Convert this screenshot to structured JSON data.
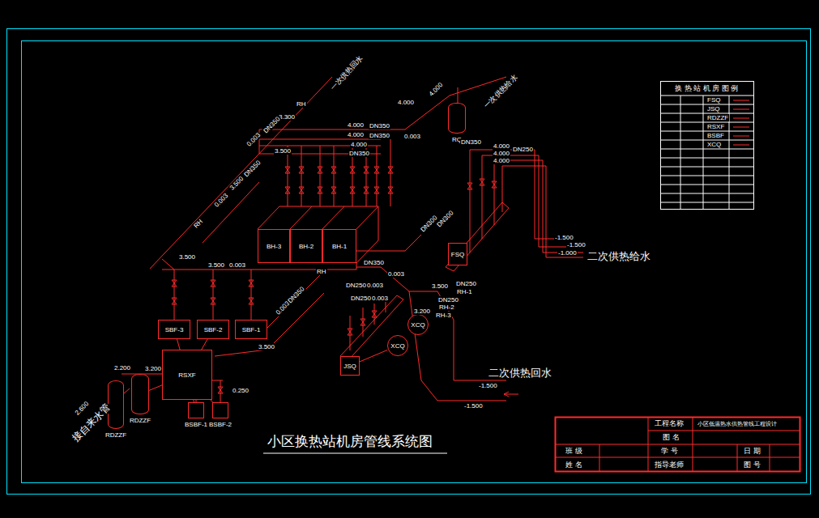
{
  "diagram": {
    "title": "小区换热站机房管线系统图",
    "nodes": [
      {
        "text": [
          "BH-3"
        ]
      },
      {
        "text": [
          "BH-2"
        ]
      },
      {
        "text": [
          "BH-1"
        ]
      },
      {
        "text": [
          "RQ"
        ]
      },
      {
        "text": [
          "FSQ"
        ]
      },
      {
        "text": [
          "SBF-3"
        ]
      },
      {
        "text": [
          "SBF-2"
        ]
      },
      {
        "text": [
          "SBF-1"
        ]
      },
      {
        "text": [
          "XCQ"
        ]
      },
      {
        "text": [
          "XCQ"
        ]
      },
      {
        "text": [
          "JSQ"
        ]
      },
      {
        "text": [
          "RSXF"
        ]
      },
      {
        "text": [
          "RDZZF"
        ]
      },
      {
        "text": [
          "BSBF-1"
        ]
      },
      {
        "text": [
          "BSBF-2"
        ]
      },
      {
        "text": [
          "RDZZF"
        ]
      }
    ],
    "edges": [
      {
        "from": 12,
        "to": 11,
        "arrow": "none"
      },
      {
        "from": 11,
        "to": 5,
        "arrow": "none"
      },
      {
        "from": 11,
        "to": 6,
        "arrow": "none"
      },
      {
        "from": 11,
        "to": 13,
        "arrow": "none"
      },
      {
        "from": 11,
        "to": 14,
        "arrow": "none"
      },
      {
        "from": 10,
        "to": 8,
        "arrow": "none"
      },
      {
        "from": 8,
        "to": 9,
        "arrow": "none"
      }
    ],
    "labels": [
      "一次供热回水",
      "一次供热给水",
      "4.000",
      "4.000",
      "RH",
      "3.300",
      "DN350",
      "4.000",
      "DN350",
      "4.000",
      "DN350",
      "4.000",
      "DN350",
      "3.500",
      "0.003",
      "0.003",
      "3.500",
      "DN350",
      "RH",
      "0.003",
      "DN350",
      "4.000",
      "4.000",
      "4.000",
      "DN250",
      "-1.500",
      "-1.500",
      "-1.000",
      "二次供热给水",
      "3.500",
      "3.500",
      "0.003",
      "RH",
      "DN350",
      "0.003",
      "DN250",
      "0.003",
      "DN250",
      "0.003",
      "3.500",
      "DN250",
      "RH-1",
      "DN250",
      "RH-2",
      "3.200",
      "RH-3",
      "0.003",
      "DN350",
      "3.500",
      "DN300",
      "DN300",
      "二次供热回水",
      "-1.500",
      "-1.500",
      "2.200",
      "3.200",
      "0.250",
      "2.600",
      "接自来水管",
      "换 热 站 机 房 图 例",
      "工程名称",
      "小区低温热水供热管线工程设计",
      "图 名",
      "班 级",
      "学 号",
      "日 期",
      "姓 名",
      "指导老师",
      "图 号"
    ],
    "legend": [
      {
        "text": "FSQ"
      },
      {
        "text": "JSQ"
      },
      {
        "text": "RDZZF"
      },
      {
        "text": "RSXF"
      },
      {
        "text": "BSBF"
      },
      {
        "text": "XCQ"
      }
    ]
  }
}
